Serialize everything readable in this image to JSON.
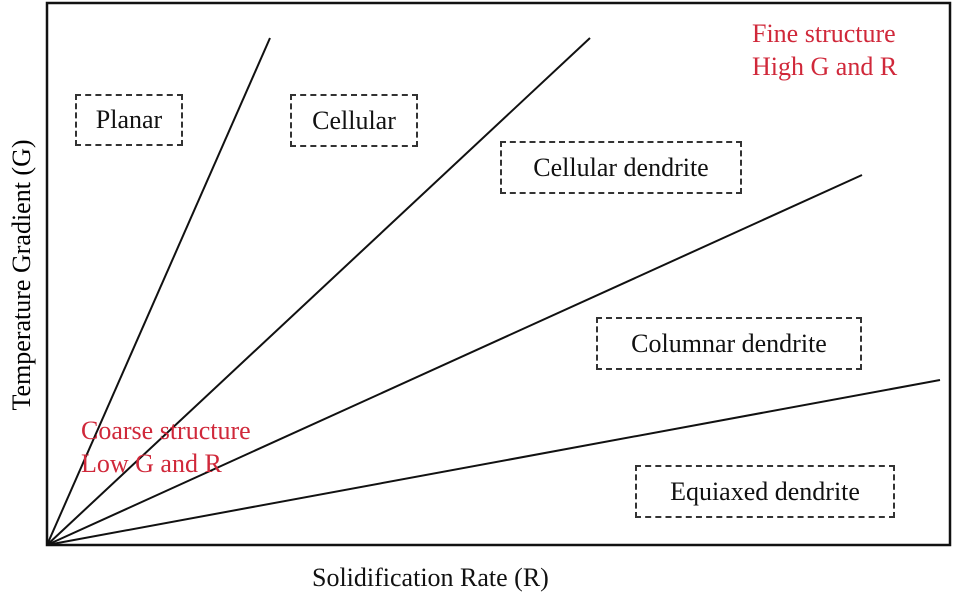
{
  "axes": {
    "x_label": "Solidification Rate (R)",
    "y_label": "Temperature Gradient (G)"
  },
  "regions": [
    "Planar",
    "Cellular",
    "Cellular dendrite",
    "Columnar dendrite",
    "Equiaxed dendrite"
  ],
  "annotations": {
    "fine": [
      "Fine structure",
      "High G and R"
    ],
    "coarse": [
      "Coarse structure",
      "Low G and R"
    ]
  },
  "colors": {
    "annotation": "#d0283a",
    "lines": "#111111"
  }
}
